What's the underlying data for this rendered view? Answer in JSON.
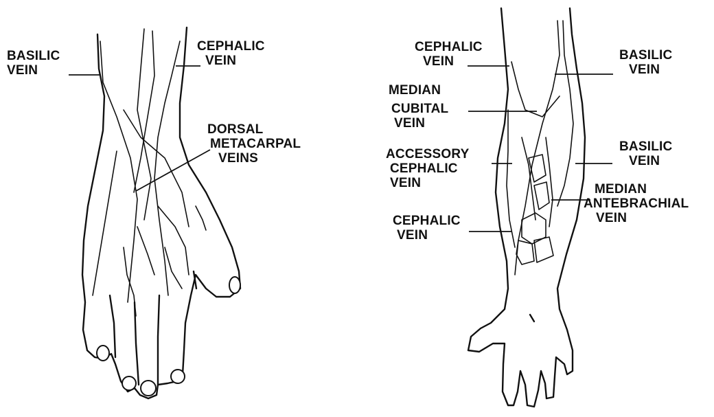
{
  "colors": {
    "ink": "#111111",
    "background": "#ffffff"
  },
  "left_figure": {
    "basilic_vein": [
      "BASILIC",
      "VEIN"
    ],
    "cephalic_vein": [
      "CEPHALIC",
      "VEIN"
    ],
    "dorsal_metacarpal_veins": [
      "DORSAL",
      "METACARPAL",
      "VEINS"
    ]
  },
  "right_figure": {
    "cephalic_vein_upper": [
      "CEPHALIC",
      "VEIN"
    ],
    "basilic_vein_upper": [
      "BASILIC",
      "VEIN"
    ],
    "median_cubital_vein": [
      "MEDIAN",
      "CUBITAL",
      "VEIN"
    ],
    "accessory_cephalic_vein": [
      "ACCESSORY",
      "CEPHALIC",
      "VEIN"
    ],
    "basilic_vein_lower": [
      "BASILIC",
      "VEIN"
    ],
    "median_antebrachial_vein": [
      "MEDIAN",
      "ANTEBRACHIAL",
      "VEIN"
    ],
    "cephalic_vein_lower": [
      "CEPHALIC",
      "VEIN"
    ]
  }
}
